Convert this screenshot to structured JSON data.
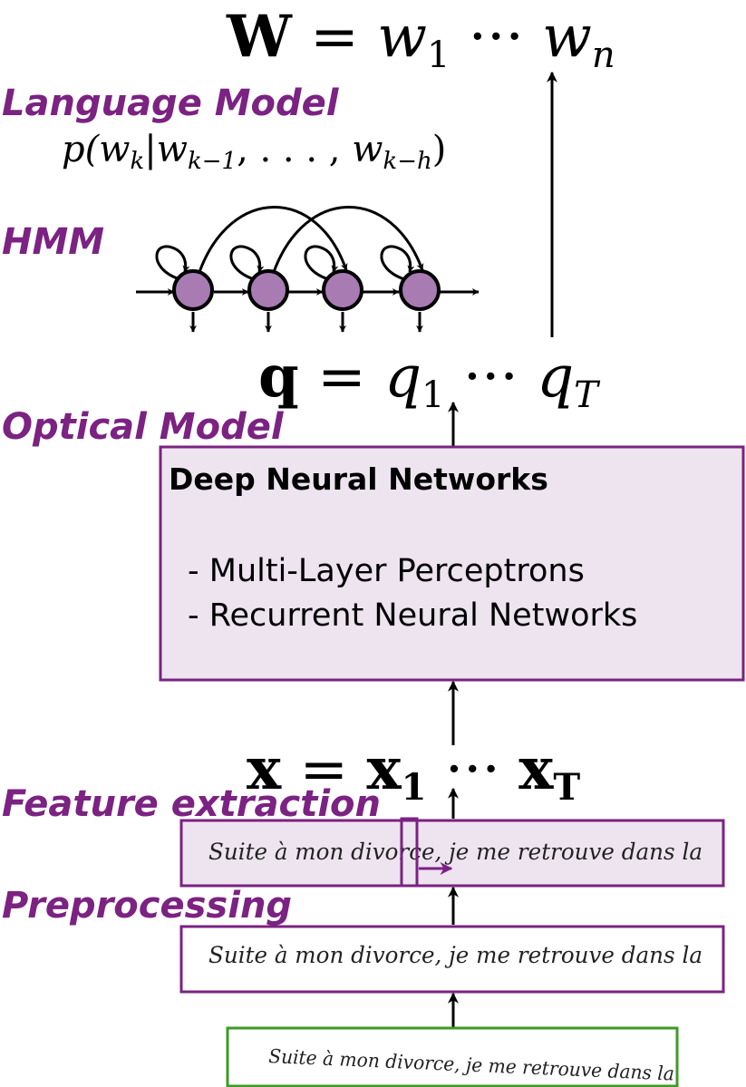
{
  "colors": {
    "accent": "#7b2282",
    "state_fill": "#a87bb3",
    "box_fill": "#ede4ef",
    "raw_border": "#3d9a26",
    "ink": "#000000"
  },
  "stages": {
    "language_model": "Language Model",
    "hmm": "HMM",
    "optical_model": "Optical Model",
    "feature_extraction": "Feature extraction",
    "preprocessing": "Preprocessing"
  },
  "formulas": {
    "words": {
      "lhs": "W",
      "eq": " = ",
      "w": "w",
      "sub1": "1",
      "dots": " ··· ",
      "subn": "n"
    },
    "lm": {
      "p": "p(",
      "wk": "w",
      "k": "k",
      "bar": "|",
      "wk1": "w",
      "k1": "k−1",
      "mid": ", . . . , ",
      "wkh": "w",
      "kh": "k−h",
      "close": ")"
    },
    "states": {
      "lhs": "q",
      "eq": " = ",
      "q": "q",
      "sub1": "1",
      "dots": " ··· ",
      "subT": "T"
    },
    "features": {
      "lhs": "x",
      "eq": " = ",
      "x": "x",
      "sub1": "1",
      "dots": " ··· ",
      "subT": "T"
    }
  },
  "dnn_box": {
    "title": "Deep Neural Networks",
    "items": [
      "- Multi-Layer Perceptrons",
      "- Recurrent Neural Networks"
    ]
  },
  "handwriting": {
    "line": "Suite à mon divorce, je me retrouve dans la"
  },
  "icons": {
    "hmm_state": "circle-node-icon",
    "arrow": "arrow-up-icon",
    "sliding_window": "sliding-window-icon"
  }
}
